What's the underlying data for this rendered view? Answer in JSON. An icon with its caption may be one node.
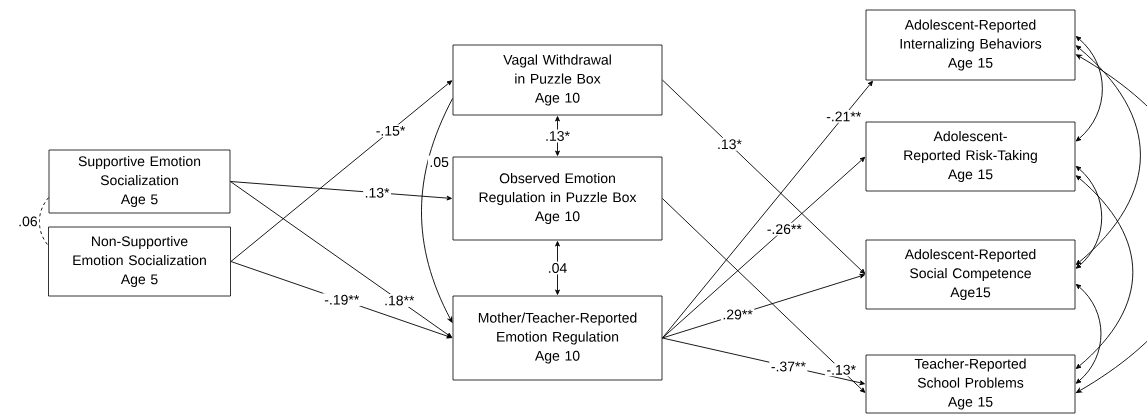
{
  "diagram": {
    "nodes": [
      {
        "text": [
          "Supportive Emotion Socialization",
          "Age 5"
        ]
      },
      {
        "text": [
          "Non-Supportive Emotion Socialization",
          "Age 5"
        ]
      },
      {
        "text": [
          "Vagal Withdrawal in Puzzle Box",
          "Age 10"
        ]
      },
      {
        "text": [
          "Observed Emotion Regulation in Puzzle Box",
          "Age 10"
        ]
      },
      {
        "text": [
          "Mother/Teacher-Reported Emotion Regulation",
          "Age 10"
        ]
      },
      {
        "text": [
          "Adolescent-Reported Internalizing Behaviors",
          "Age 15"
        ]
      },
      {
        "text": [
          "Adolescent-Reported Risk-Taking",
          "Age 15"
        ]
      },
      {
        "text": [
          "Adolescent-Reported Social Competence",
          "Age15"
        ]
      },
      {
        "text": [
          "Teacher-Reported School Problems",
          "Age 15"
        ]
      }
    ],
    "edges": [
      {
        "from": 0,
        "to": 1,
        "arrow": "none",
        "label": ".06",
        "style": "dashed"
      },
      {
        "from": 0,
        "to": 3,
        "arrow": "to",
        "label": ".13*"
      },
      {
        "from": 0,
        "to": 4,
        "arrow": "to",
        "label": ".18**"
      },
      {
        "from": 1,
        "to": 2,
        "arrow": "to",
        "label": "-.15*"
      },
      {
        "from": 1,
        "to": 4,
        "arrow": "to",
        "label": "-.19**"
      },
      {
        "from": 2,
        "to": 4,
        "arrow": "to",
        "label": ".05"
      },
      {
        "from": 2,
        "to": 3,
        "arrow": "both",
        "label": ".13*"
      },
      {
        "from": 3,
        "to": 4,
        "arrow": "both",
        "label": ".04"
      },
      {
        "from": 2,
        "to": 7,
        "arrow": "to",
        "label": ".13*"
      },
      {
        "from": 3,
        "to": 8,
        "arrow": "to",
        "label": "-.13*"
      },
      {
        "from": 4,
        "to": 5,
        "arrow": "to",
        "label": "-.21**"
      },
      {
        "from": 4,
        "to": 6,
        "arrow": "to",
        "label": "-.26**"
      },
      {
        "from": 4,
        "to": 7,
        "arrow": "to",
        "label": ".29**"
      },
      {
        "from": 4,
        "to": 8,
        "arrow": "to",
        "label": "-.37**"
      },
      {
        "from": 5,
        "to": 6,
        "arrow": "both"
      },
      {
        "from": 5,
        "to": 7,
        "arrow": "both"
      },
      {
        "from": 5,
        "to": 8,
        "arrow": "both"
      },
      {
        "from": 6,
        "to": 7,
        "arrow": "both"
      },
      {
        "from": 6,
        "to": 8,
        "arrow": "both"
      },
      {
        "from": 7,
        "to": 8,
        "arrow": "both"
      }
    ]
  }
}
